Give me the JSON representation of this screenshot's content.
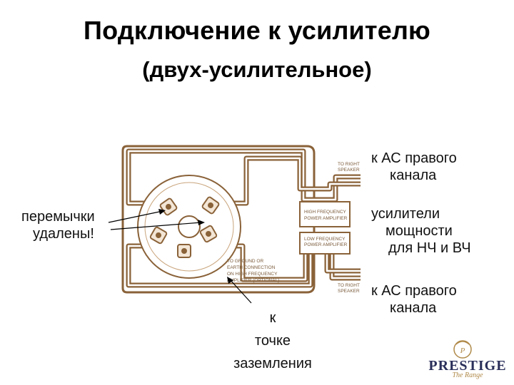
{
  "title": {
    "line1": "Подключение к усилителю",
    "line2": "(двух-усилительное)"
  },
  "annotations": {
    "right_top": [
      "к АС правого",
      "канала"
    ],
    "amps": [
      "усилители",
      "мощности",
      "для НЧ и ВЧ"
    ],
    "right_bottom": [
      "к АС правого",
      "канала"
    ],
    "jumpers": [
      "перемычки",
      "удалены!"
    ],
    "ground": [
      "к",
      "точке",
      "заземления"
    ]
  },
  "diagram_labels": {
    "to_speaker_top": [
      "TO RIGHT",
      "SPEAKER"
    ],
    "to_speaker_bottom": [
      "TO RIGHT",
      "SPEAKER"
    ],
    "hf_amp": [
      "HIGH FREQUENCY",
      "POWER AMPLIFIER"
    ],
    "lf_amp": [
      "LOW FREQUENCY",
      "POWER AMPLIFIER"
    ],
    "ground_conn": [
      "TO GROUND OR",
      "EARTH CONNECTION",
      "ON HIGH FREQUENCY",
      "AMPLIFIER (OPTIONAL)"
    ]
  },
  "logo": {
    "brand": "PRESTIGE",
    "sub": "The Range"
  },
  "colors": {
    "wire": "#8a6239",
    "accent_fill": "#f3e6d6",
    "logo_gold": "#b08a4a",
    "logo_navy": "#2a2f5a"
  }
}
